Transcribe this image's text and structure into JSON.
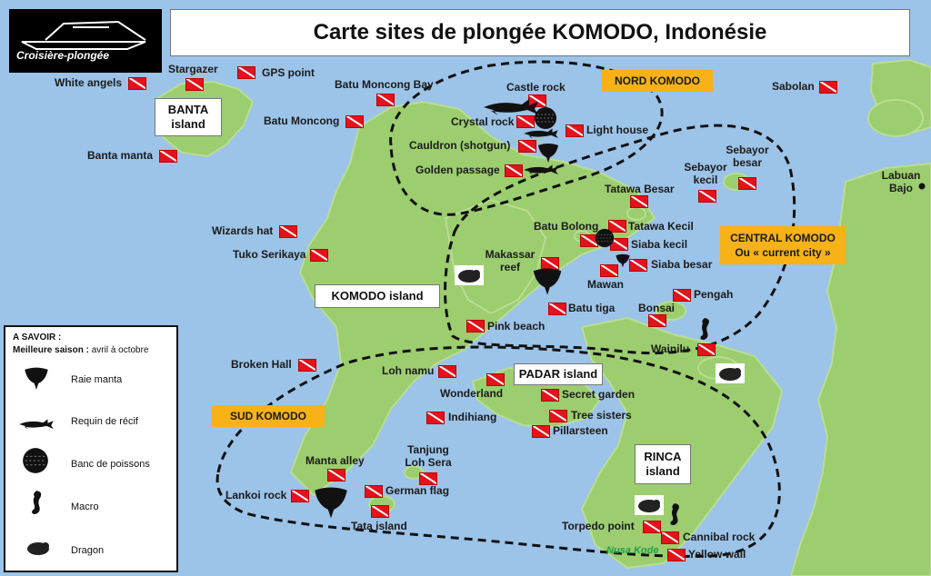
{
  "title": "Carte sites de plongée KOMODO, Indonésie",
  "logo_text": "Croisière-plongée",
  "colors": {
    "sea": "#9cc3e8",
    "land": "#9ccd6f",
    "flag": "#e3121b",
    "region_box": "#f6b216"
  },
  "islands": {
    "banta": [
      "BANTA",
      "island"
    ],
    "komodo": "KOMODO island",
    "padar": "PADAR island",
    "rinca": [
      "RINCA",
      "island"
    ]
  },
  "regions": {
    "nord": "NORD KOMODO",
    "central": [
      "CENTRAL KOMODO",
      "Ou « current city »"
    ],
    "sud": "SUD KOMODO"
  },
  "places": {
    "labuan": [
      "Labuan",
      "Bajo"
    ],
    "nusa_kode": "Nusa Kode"
  },
  "sites": {
    "white_angels": "White angels",
    "stargazer": "Stargazer",
    "gps_point": "GPS point",
    "batu_moncong_bay": "Batu Moncong Bay",
    "batu_moncong": "Batu Moncong",
    "banta_manta": "Banta manta",
    "castle_rock": "Castle rock",
    "crystal_rock": "Crystal rock",
    "light_house": "Light house",
    "cauldron": "Cauldron (shotgun)",
    "golden_passage": "Golden passage",
    "sabolan": "Sabolan",
    "sebayor_kecil": [
      "Sebayor",
      "kecil"
    ],
    "sebayor_besar": [
      "Sebayor",
      "besar"
    ],
    "tatawa_besar": "Tatawa Besar",
    "batu_bolong": "Batu Bolong",
    "tatawa_kecil": "Tatawa Kecil",
    "siaba_kecil": "Siaba kecil",
    "siaba_besar": "Siaba besar",
    "makassar_reef": [
      "Makassar",
      "reef"
    ],
    "mawan": "Mawan",
    "pengah": "Pengah",
    "batu_tiga": "Batu tiga",
    "bonsai": "Bonsai",
    "pink_beach": "Pink beach",
    "wainilu": "Wainilu",
    "wizards_hat": "Wizards hat",
    "tuko_serikaya": "Tuko Serikaya",
    "broken_hall": "Broken Hall",
    "loh_namu": "Loh namu",
    "wonderland": "Wonderland",
    "secret_garden": "Secret garden",
    "indihiang": "Indihiang",
    "tree_sisters": "Tree sisters",
    "pillarsteen": "Pillarsteen",
    "manta_alley": "Manta alley",
    "tanjung_loh_sera": [
      "Tanjung",
      "Loh Sera"
    ],
    "german_flag": "German flag",
    "lankoi_rock": "Lankoi rock",
    "tata_island": "Tata island",
    "torpedo_point": "Torpedo point",
    "cannibal_rock": "Cannibal rock",
    "yellow_wall": "Yellow wall"
  },
  "legend": {
    "heading": "A SAVOIR :",
    "season_label": "Meilleure saison :",
    "season_value": " avril à octobre",
    "items": [
      {
        "label": "Raie manta",
        "icon": "manta-ray-icon"
      },
      {
        "label": "Requin de récif",
        "icon": "reef-shark-icon"
      },
      {
        "label": "Banc de poissons",
        "icon": "fish-school-icon"
      },
      {
        "label": "Macro",
        "icon": "seahorse-icon"
      },
      {
        "label": "Dragon",
        "icon": "komodo-dragon-icon"
      }
    ]
  }
}
